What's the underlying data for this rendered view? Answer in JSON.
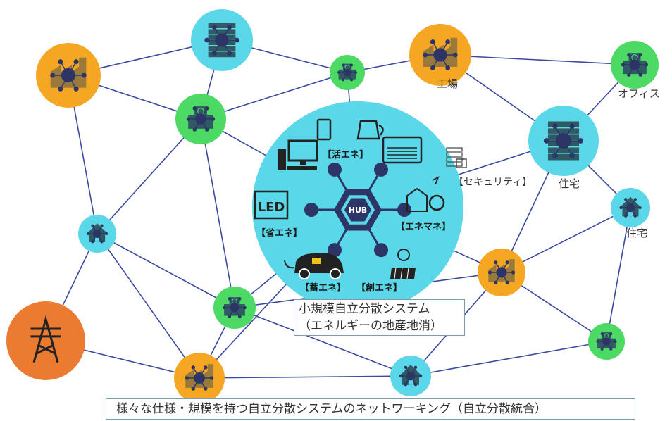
{
  "colors": {
    "edge": "#3a4aa0",
    "server_node": "#5ad8ea",
    "office_node": "#4cd964",
    "factory_node": "#f5a623",
    "power_node": "#ea7b31",
    "icon_dark": "#2f5a63",
    "icon_factory": "#9a7a3a",
    "hub_fill": "#2d3566",
    "hub_center": "#5ad8ea"
  },
  "nodes": [
    {
      "id": "factory-1",
      "kind": "factory",
      "icon": "factory-icon"
    },
    {
      "id": "server-top",
      "kind": "server",
      "icon": "server-building-icon"
    },
    {
      "id": "office-small-top",
      "kind": "office",
      "icon": "office-icon"
    },
    {
      "id": "factory-2",
      "kind": "factory",
      "icon": "factory-icon",
      "label": "工場"
    },
    {
      "id": "office-right",
      "kind": "office",
      "icon": "office-icon",
      "label": "オフィス"
    },
    {
      "id": "office-left",
      "kind": "office",
      "icon": "office-icon"
    },
    {
      "id": "server-right",
      "kind": "server",
      "icon": "server-building-icon",
      "label": "住宅"
    },
    {
      "id": "house-right",
      "kind": "house",
      "icon": "house-icon",
      "label": "住宅"
    },
    {
      "id": "house-left",
      "kind": "house",
      "icon": "house-icon"
    },
    {
      "id": "factory-3",
      "kind": "factory",
      "icon": "factory-icon"
    },
    {
      "id": "office-mid",
      "kind": "office",
      "icon": "office-icon"
    },
    {
      "id": "office-bottom-right",
      "kind": "office",
      "icon": "office-icon"
    },
    {
      "id": "power-tower",
      "kind": "power",
      "icon": "power-tower-icon"
    },
    {
      "id": "factory-4",
      "kind": "factory",
      "icon": "factory-icon"
    },
    {
      "id": "house-bottom",
      "kind": "house",
      "icon": "house-icon"
    }
  ],
  "hub": {
    "center_label": "HUB",
    "items": [
      {
        "label": "【活エネ】",
        "icon": "computer-icon"
      },
      {
        "label": "【セキュリティ】",
        "icon": "security-icon"
      },
      {
        "label": "【省エネ】",
        "icon": "led-icon"
      },
      {
        "label": "【エネマネ】",
        "icon": "energy-management-icon"
      },
      {
        "label": "【蓄エネ】",
        "icon": "electric-car-icon"
      },
      {
        "label": "【創エネ】",
        "icon": "solar-panel-icon"
      }
    ]
  },
  "caption_local": {
    "line1": "小規模自立分散システム",
    "line2": "（エネルギーの地産地消）"
  },
  "caption_bottom": "様々な仕様・規模を持つ自立分散システムのネットワーキング（自立分散統合）"
}
